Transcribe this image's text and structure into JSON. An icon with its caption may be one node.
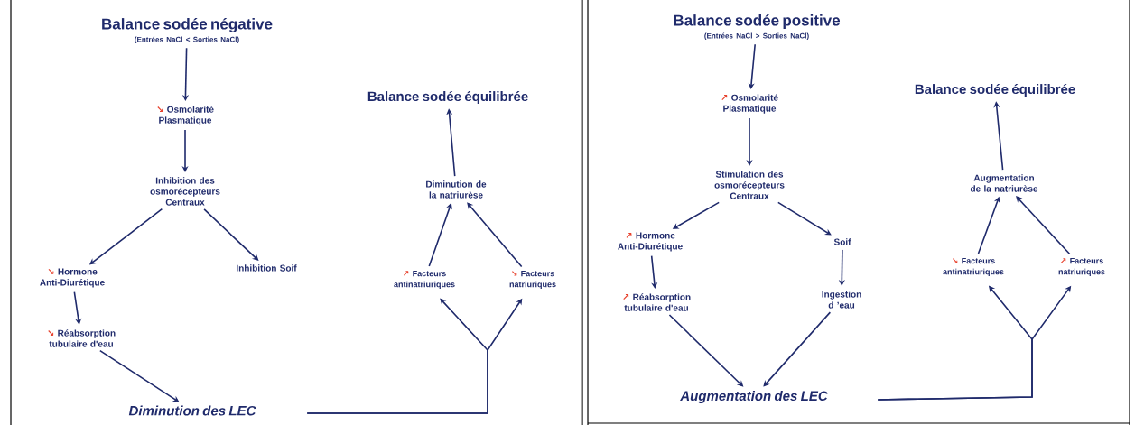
{
  "diagram": {
    "nodes": [
      {
        "text": [
          "Balance sodée négative",
          "(Entrées NaCl < Sorties NaCl)"
        ]
      },
      {
        "text": [
          "↘",
          "Osmolarité Plasmatique"
        ]
      },
      {
        "text": [
          "Inhibition des osmorécepteurs Centraux"
        ]
      },
      {
        "text": [
          "↘",
          "Hormone Anti-Diurétique"
        ]
      },
      {
        "text": [
          "Inhibition Soif"
        ]
      },
      {
        "text": [
          "↘",
          "Réabsorption tubulaire d'eau"
        ]
      },
      {
        "text": [
          "Diminution des LEC"
        ]
      },
      {
        "text": [
          "Balance sodée équilibrée"
        ]
      },
      {
        "text": [
          "Diminution de la natriurèse"
        ]
      },
      {
        "text": [
          "↗",
          "Facteurs antinatriuriques"
        ]
      },
      {
        "text": [
          "↘",
          "Facteurs natriuriques"
        ]
      },
      {
        "text": [
          "Balance sodée positive",
          "(Entrées NaCl > Sorties NaCl)"
        ]
      },
      {
        "text": [
          "↗",
          "Osmolarité Plasmatique"
        ]
      },
      {
        "text": [
          "Stimulation des osmorécepteurs Centraux"
        ]
      },
      {
        "text": [
          "↗",
          "Hormone Anti-Diurétique"
        ]
      },
      {
        "text": [
          "Soif"
        ]
      },
      {
        "text": [
          "↗",
          "Réabsorption tubulaire d'eau"
        ]
      },
      {
        "text": [
          "Ingestion d ’eau"
        ]
      },
      {
        "text": [
          "Augmentation des LEC"
        ]
      },
      {
        "text": [
          "Balance sodée équilibrée"
        ]
      },
      {
        "text": [
          "Augmentation de la natriurèse"
        ]
      },
      {
        "text": [
          "↘",
          "Facteurs antinatriuriques"
        ]
      },
      {
        "text": [
          "↗",
          "Facteurs natriuriques"
        ]
      }
    ],
    "edges": [
      {
        "from": 0,
        "to": 1,
        "arrow": "to"
      },
      {
        "from": 1,
        "to": 2,
        "arrow": "to"
      },
      {
        "from": 2,
        "to": 3,
        "arrow": "to"
      },
      {
        "from": 2,
        "to": 4,
        "arrow": "to"
      },
      {
        "from": 3,
        "to": 5,
        "arrow": "to"
      },
      {
        "from": 5,
        "to": 6,
        "arrow": "to"
      },
      {
        "from": 6,
        "to": 9,
        "arrow": "to"
      },
      {
        "from": 6,
        "to": 10,
        "arrow": "to"
      },
      {
        "from": 9,
        "to": 8,
        "arrow": "to"
      },
      {
        "from": 10,
        "to": 8,
        "arrow": "to"
      },
      {
        "from": 8,
        "to": 7,
        "arrow": "to"
      },
      {
        "from": 11,
        "to": 12,
        "arrow": "to"
      },
      {
        "from": 12,
        "to": 13,
        "arrow": "to"
      },
      {
        "from": 13,
        "to": 14,
        "arrow": "to"
      },
      {
        "from": 13,
        "to": 15,
        "arrow": "to"
      },
      {
        "from": 14,
        "to": 16,
        "arrow": "to"
      },
      {
        "from": 15,
        "to": 17,
        "arrow": "to"
      },
      {
        "from": 16,
        "to": 18,
        "arrow": "to"
      },
      {
        "from": 17,
        "to": 18,
        "arrow": "to"
      },
      {
        "from": 18,
        "to": 21,
        "arrow": "to"
      },
      {
        "from": 18,
        "to": 22,
        "arrow": "to"
      },
      {
        "from": 21,
        "to": 20,
        "arrow": "to"
      },
      {
        "from": 22,
        "to": 20,
        "arrow": "to"
      },
      {
        "from": 20,
        "to": 19,
        "arrow": "to"
      }
    ]
  }
}
